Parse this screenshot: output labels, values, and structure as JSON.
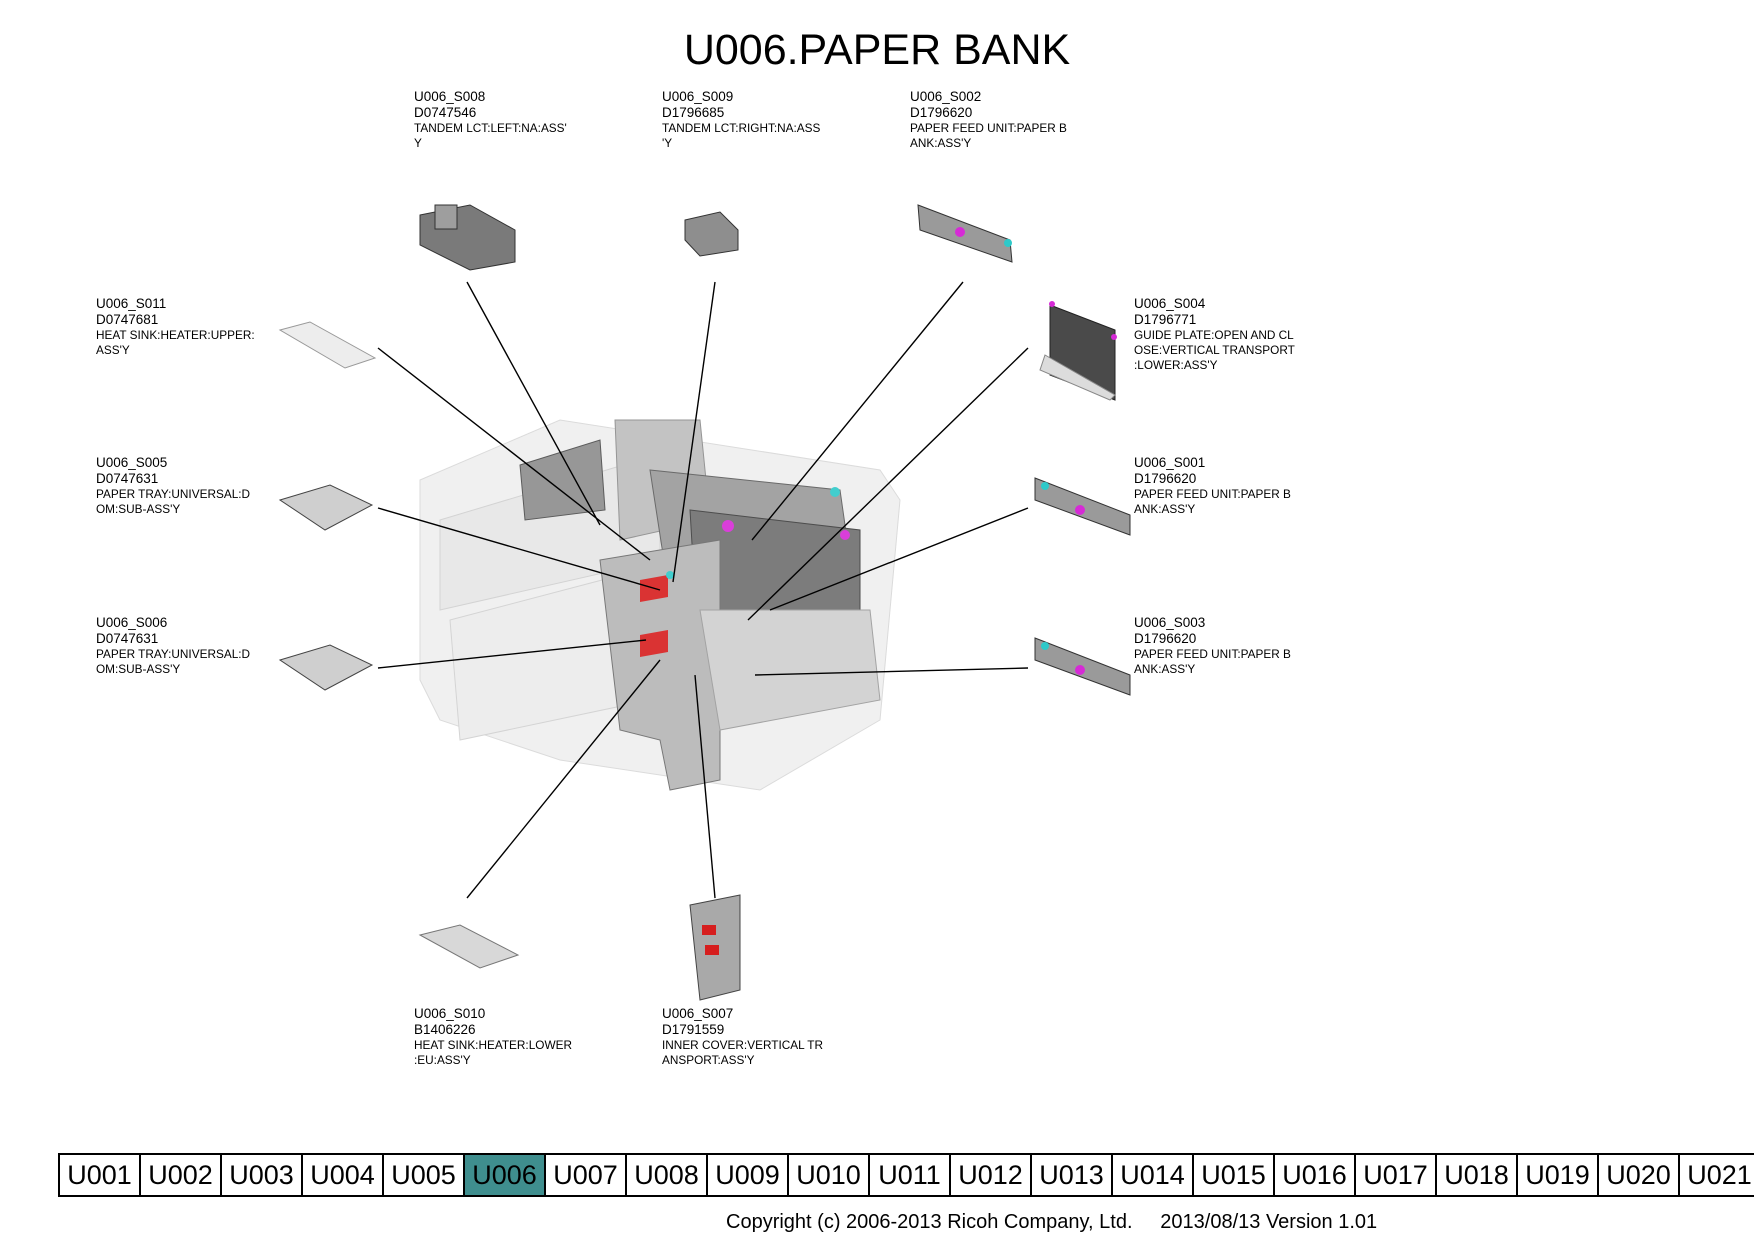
{
  "page": {
    "title": "U006.PAPER BANK",
    "footer": "Copyright (c) 2006-2013 Ricoh Company, Ltd.     2013/08/13 Version 1.01"
  },
  "colors": {
    "active_tab": "#3f8e8e",
    "highlight_magenta": "#d62ad6",
    "highlight_cyan": "#2ec9c9",
    "highlight_red": "#d61e1e"
  },
  "callouts": {
    "s008": {
      "code": "U006_S008",
      "part": "D0747546",
      "desc": "TANDEM LCT:LEFT:NA:ASS'\nY"
    },
    "s009": {
      "code": "U006_S009",
      "part": "D1796685",
      "desc": "TANDEM LCT:RIGHT:NA:ASS\n'Y"
    },
    "s002": {
      "code": "U006_S002",
      "part": "D1796620",
      "desc": "PAPER FEED UNIT:PAPER B\nANK:ASS'Y"
    },
    "s011": {
      "code": "U006_S011",
      "part": "D0747681",
      "desc": "HEAT SINK:HEATER:UPPER:\nASS'Y"
    },
    "s004": {
      "code": "U006_S004",
      "part": "D1796771",
      "desc": "GUIDE PLATE:OPEN AND CL\nOSE:VERTICAL TRANSPORT\n:LOWER:ASS'Y"
    },
    "s005": {
      "code": "U006_S005",
      "part": "D0747631",
      "desc": "PAPER TRAY:UNIVERSAL:D\nOM:SUB-ASS'Y"
    },
    "s001": {
      "code": "U006_S001",
      "part": "D1796620",
      "desc": "PAPER FEED UNIT:PAPER B\nANK:ASS'Y"
    },
    "s006": {
      "code": "U006_S006",
      "part": "D0747631",
      "desc": "PAPER TRAY:UNIVERSAL:D\nOM:SUB-ASS'Y"
    },
    "s003": {
      "code": "U006_S003",
      "part": "D1796620",
      "desc": "PAPER FEED UNIT:PAPER B\nANK:ASS'Y"
    },
    "s010": {
      "code": "U006_S010",
      "part": "B1406226",
      "desc": "HEAT SINK:HEATER:LOWER\n:EU:ASS'Y"
    },
    "s007": {
      "code": "U006_S007",
      "part": "D1791559",
      "desc": "INNER COVER:VERTICAL TR\nANSPORT:ASS'Y"
    }
  },
  "nav": {
    "active": "U006",
    "tabs": [
      "U001",
      "U002",
      "U003",
      "U004",
      "U005",
      "U006",
      "U007",
      "U008",
      "U009",
      "U010",
      "U011",
      "U012",
      "U013",
      "U014",
      "U015",
      "U016",
      "U017",
      "U018",
      "U019",
      "U020",
      "U021"
    ]
  }
}
